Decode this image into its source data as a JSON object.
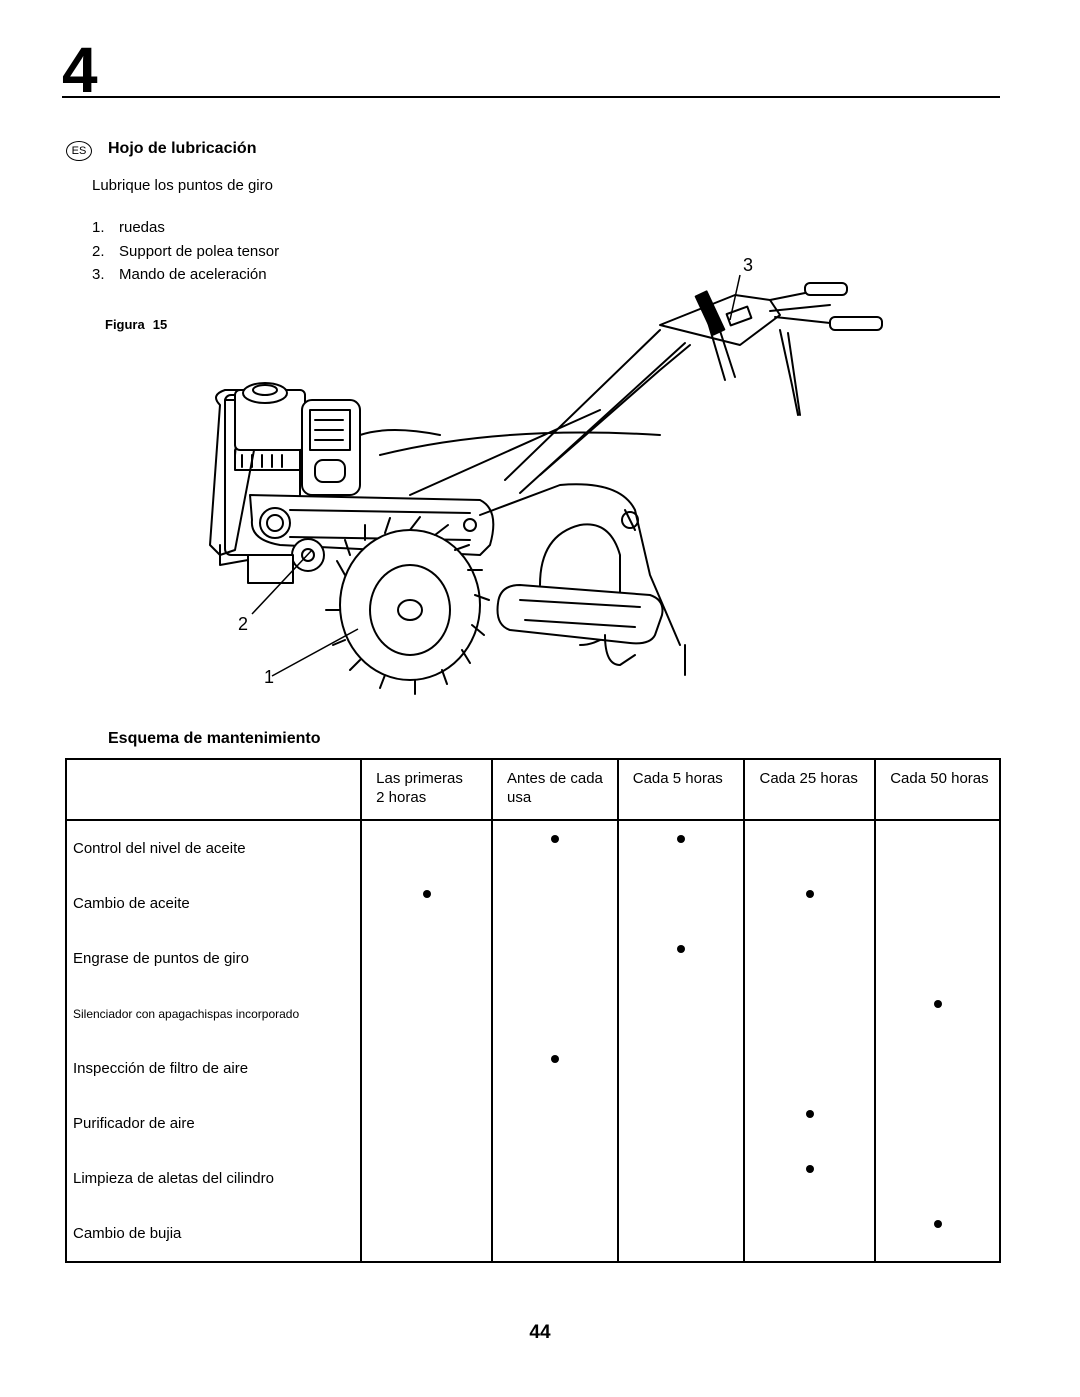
{
  "chapter_number": "4",
  "section": {
    "lang_badge": "ES",
    "title": "Hojo de lubricación",
    "intro": "Lubrique los puntos de giro",
    "parts": [
      {
        "num": "1.",
        "label": "ruedas"
      },
      {
        "num": "2.",
        "label": "Support de polea tensor"
      },
      {
        "num": "3.",
        "label": "Mando de aceleración"
      }
    ],
    "figure_label": "Figura",
    "figure_number": "15",
    "callouts": [
      "1",
      "2",
      "3"
    ]
  },
  "maintenance": {
    "title": "Esquema de mantenimiento",
    "columns": [
      {
        "line1": "Las primeras",
        "line2": "2 horas"
      },
      {
        "line1": "Antes de cada",
        "line2": "usa"
      },
      {
        "line1": "Cada 5 horas",
        "line2": ""
      },
      {
        "line1": "Cada 25 horas",
        "line2": ""
      },
      {
        "line1": "Cada 50 horas",
        "line2": ""
      }
    ],
    "rows": [
      {
        "task": "Control del nivel de aceite",
        "marks": [
          false,
          true,
          true,
          false,
          false
        ]
      },
      {
        "task": "Cambio de aceite",
        "marks": [
          true,
          false,
          false,
          true,
          false
        ]
      },
      {
        "task": "Engrase de puntos de giro",
        "marks": [
          false,
          false,
          true,
          false,
          false
        ]
      },
      {
        "task": "Silenciador con apagachispas incorporado",
        "marks": [
          false,
          false,
          false,
          false,
          true
        ]
      },
      {
        "task": "Inspección de filtro de aire",
        "marks": [
          false,
          true,
          false,
          false,
          false
        ]
      },
      {
        "task": "Purificador de aire",
        "marks": [
          false,
          false,
          false,
          true,
          false
        ]
      },
      {
        "task": "Limpieza de aletas del cilindro",
        "marks": [
          false,
          false,
          false,
          true,
          false
        ]
      },
      {
        "task": "Cambio de bujia",
        "marks": [
          false,
          false,
          false,
          false,
          true
        ]
      }
    ]
  },
  "page_number": "44"
}
